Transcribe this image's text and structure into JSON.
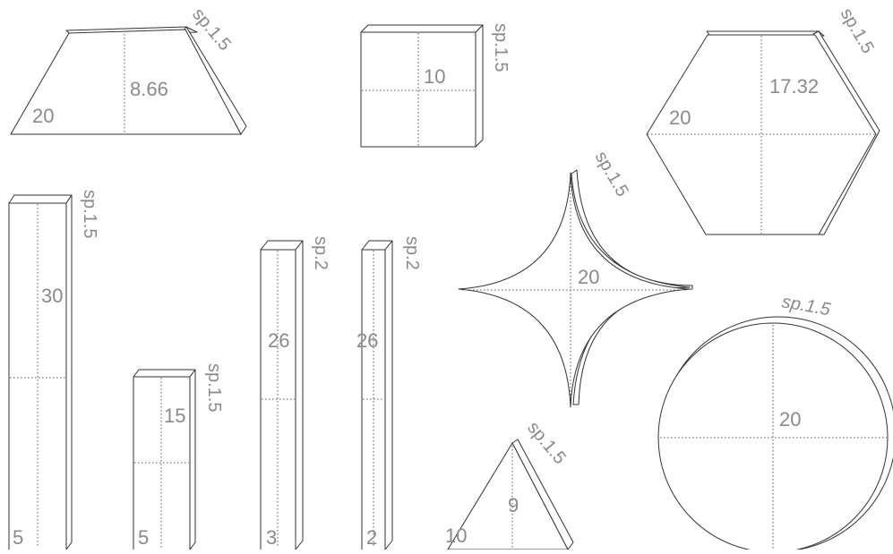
{
  "colors": {
    "stroke": "#333333",
    "label": "#8a8a8a",
    "background": "#ffffff"
  },
  "trapezoid": {
    "base": "20",
    "height": "8.66",
    "thickness": "sp.1.5"
  },
  "square": {
    "side": "10",
    "thickness": "sp.1.5"
  },
  "hexagon": {
    "side": "20",
    "height": "17.32",
    "thickness": "sp.1.5"
  },
  "bar_30": {
    "height": "30",
    "width": "5",
    "thickness": "sp.1.5"
  },
  "bar_15": {
    "height": "15",
    "width": "5",
    "thickness": "sp.1.5"
  },
  "bar_26_a": {
    "height": "26",
    "width": "3",
    "thickness": "sp.2"
  },
  "bar_26_b": {
    "height": "26",
    "width": "2",
    "thickness": "sp.2"
  },
  "star": {
    "size": "20",
    "thickness": "sp.1.5"
  },
  "triangle": {
    "base": "10",
    "height": "9",
    "thickness": "sp.1.5"
  },
  "circle": {
    "diameter": "20",
    "thickness": "sp.1.5"
  }
}
